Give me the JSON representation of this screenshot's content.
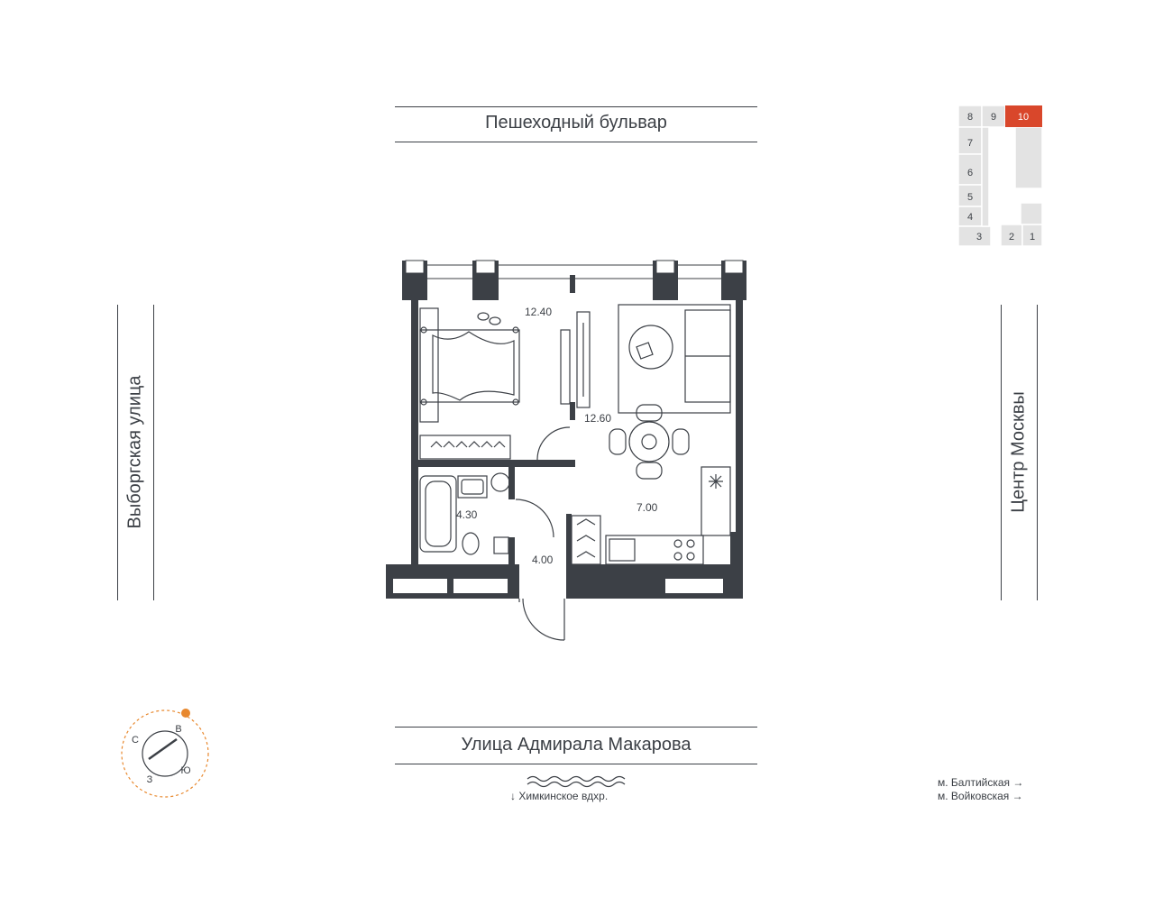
{
  "streets": {
    "top": "Пешеходный бульвар",
    "bottom": "Улица Адмирала Макарова",
    "left": "Выборгская улица",
    "right": "Центр Москвы"
  },
  "water": "↓  Химкинское вдхр.",
  "metro": [
    "м. Балтийская →",
    "м. Войковская →"
  ],
  "rooms": {
    "bedroom": "12.40",
    "living": "12.60",
    "kitchen": "7.00",
    "bathroom": "4.30",
    "hall": "4.00"
  },
  "sections": [
    "1",
    "2",
    "3",
    "4",
    "5",
    "6",
    "7",
    "8",
    "9",
    "10"
  ],
  "selected_section": "10",
  "compass": {
    "n": "С",
    "e": "В",
    "s": "Ю",
    "w": "З"
  },
  "colors": {
    "wall": "#3c4046",
    "accent": "#d9472b",
    "sun": "#e8882e",
    "section_fill": "#e3e3e3"
  }
}
